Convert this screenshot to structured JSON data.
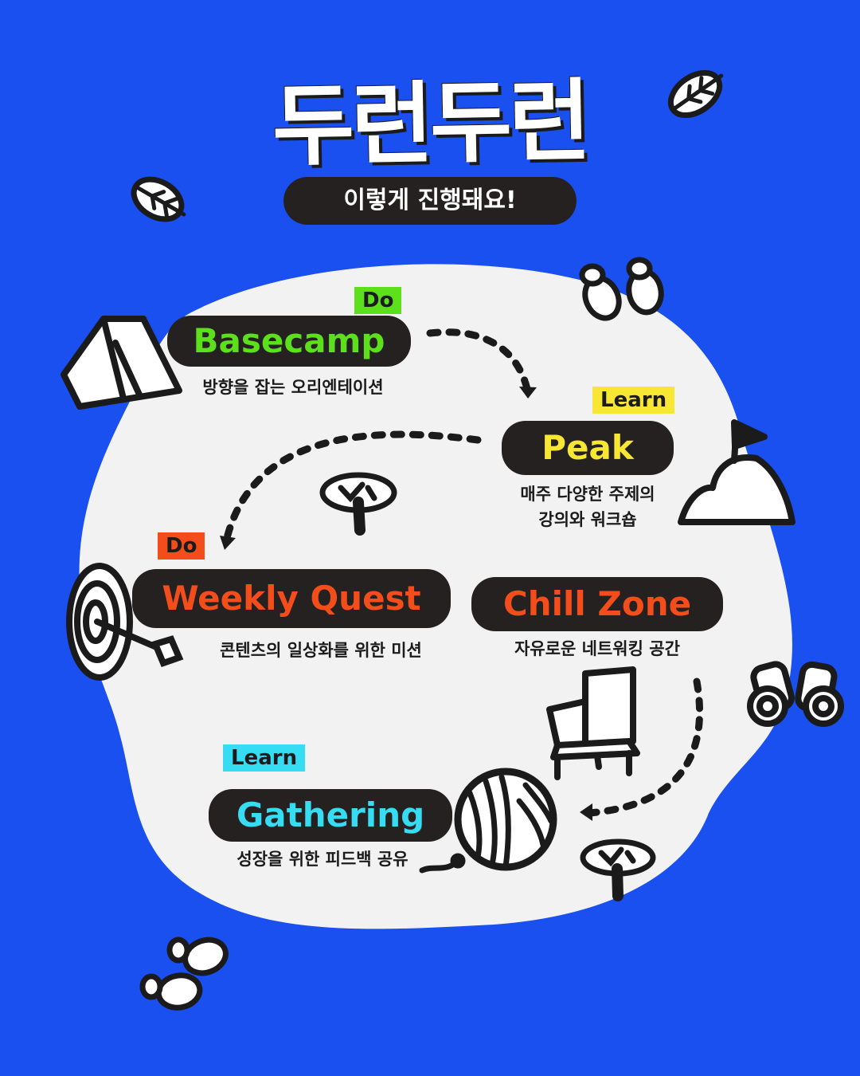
{
  "header": {
    "title": "두런두런",
    "subtitle": "이렇게 진행돼요!"
  },
  "colors": {
    "background": "#1a4ff0",
    "blob": "#f2f2f2",
    "pill": "#262121",
    "green": "#5de01c",
    "yellow": "#f7e634",
    "orange": "#f24d1a",
    "cyan": "#36dcf2"
  },
  "steps": [
    {
      "tag": "Do",
      "name": "Basecamp",
      "desc": "방향을 잡는 오리엔테이션",
      "icon": "tent-icon"
    },
    {
      "tag": "Learn",
      "name": "Peak",
      "desc_lines": [
        "매주 다양한 주제의",
        "강의와 워크숍"
      ],
      "icon": "mountain-flag-icon"
    },
    {
      "tag": "Do",
      "name": "Weekly Quest",
      "desc": "콘텐츠의 일상화를 위한 미션",
      "icon": "target-arrow-icon"
    },
    {
      "name": "Chill Zone",
      "desc": "자유로운 네트워킹 공간",
      "icon": "armchair-icon"
    },
    {
      "tag": "Learn",
      "name": "Gathering",
      "desc": "성장을 위한 피드백 공유",
      "icon": "yarn-ball-icon"
    }
  ],
  "decorations": [
    "leaf-icon",
    "footprints-icon",
    "tree-icon",
    "binoculars-icon"
  ]
}
